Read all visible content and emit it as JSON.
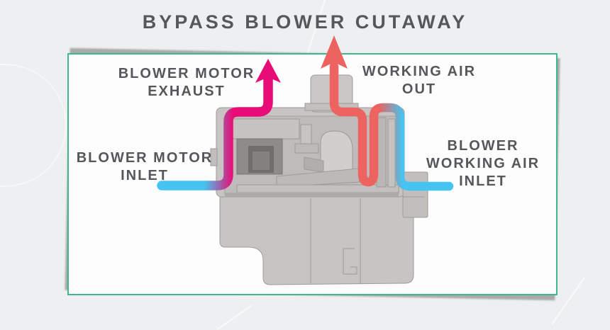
{
  "title": "BYPASS BLOWER CUTAWAY",
  "labels": {
    "exhaust": {
      "line1": "BLOWER MOTOR",
      "line2": "EXHAUST"
    },
    "working_out": {
      "line1": "WORKING AIR",
      "line2": "OUT"
    },
    "motor_inlet": {
      "line1": "BLOWER MOTOR",
      "line2": "INLET"
    },
    "working_inlet": {
      "line1": "BLOWER",
      "line2": "WORKING AIR",
      "line3": "INLET"
    }
  },
  "flows": [
    {
      "name": "blower-motor-flow",
      "from": "BLOWER MOTOR INLET",
      "to": "BLOWER MOTOR EXHAUST",
      "inlet_color": "#45c4f1",
      "outlet_color": "#e80d76"
    },
    {
      "name": "working-air-flow",
      "from": "BLOWER WORKING AIR INLET",
      "to": "WORKING AIR OUT",
      "inlet_color": "#45c4f1",
      "outlet_color": "#ec6360"
    }
  ],
  "colors": {
    "background": "#edeff0",
    "card": "#fdfdfd",
    "frame_border": "#3eb98e",
    "text": "#54585b",
    "inlet_blue": "#45c4f1",
    "exhaust_magenta": "#e80d76",
    "working_out_red": "#ec6360",
    "shadow": "#a9a9a9",
    "machine_gray": "#c8c4c2"
  }
}
